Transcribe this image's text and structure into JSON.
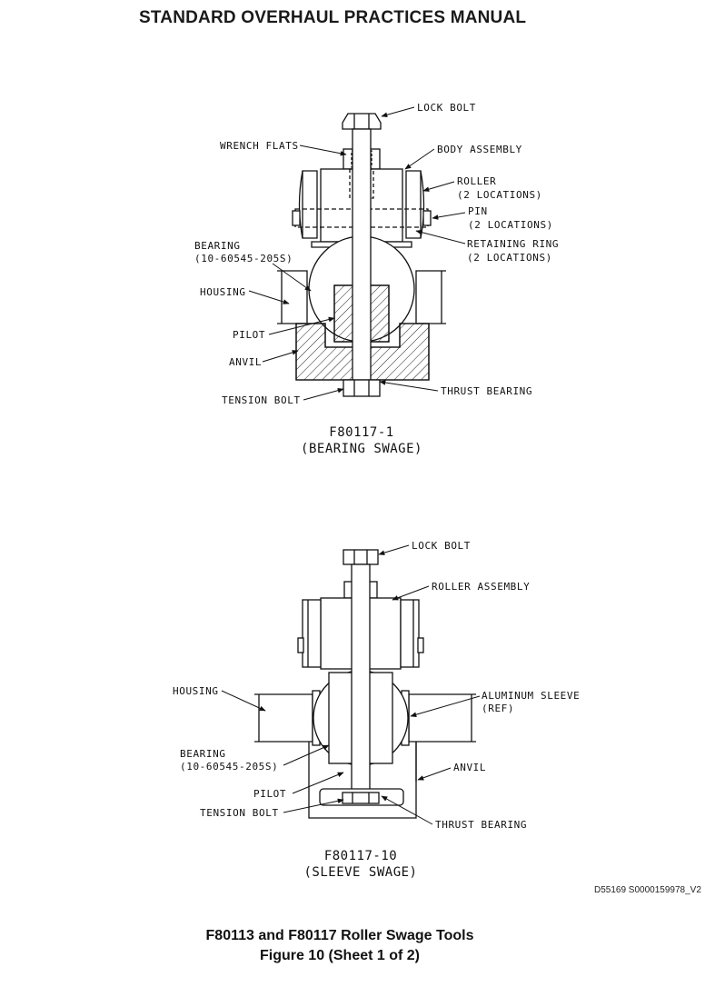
{
  "header": {
    "title": "STANDARD OVERHAUL PRACTICES MANUAL"
  },
  "diagram1": {
    "labels": {
      "lock_bolt": "LOCK BOLT",
      "wrench_flats": "WRENCH FLATS",
      "body_assembly": "BODY ASSEMBLY",
      "roller": "ROLLER",
      "roller_locations": "(2 LOCATIONS)",
      "pin": "PIN",
      "pin_locations": "(2 LOCATIONS)",
      "bearing": "BEARING",
      "bearing_part": "(10-60545-205S)",
      "retaining_ring": "RETAINING RING",
      "retaining_ring_locations": "(2 LOCATIONS)",
      "housing": "HOUSING",
      "pilot": "PILOT",
      "anvil": "ANVIL",
      "tension_bolt": "TENSION BOLT",
      "thrust_bearing": "THRUST BEARING"
    },
    "caption_line1": "F80117-1",
    "caption_line2": "(BEARING SWAGE)"
  },
  "diagram2": {
    "labels": {
      "lock_bolt": "LOCK BOLT",
      "roller_assembly": "ROLLER ASSEMBLY",
      "housing": "HOUSING",
      "aluminum_sleeve": "ALUMINUM SLEEVE",
      "aluminum_sleeve_ref": "(REF)",
      "bearing": "BEARING",
      "bearing_part": "(10-60545-205S)",
      "anvil": "ANVIL",
      "pilot": "PILOT",
      "tension_bolt": "TENSION BOLT",
      "thrust_bearing": "THRUST BEARING"
    },
    "caption_line1": "F80117-10",
    "caption_line2": "(SLEEVE SWAGE)"
  },
  "drawing_ref": "D55169 S0000159978_V2",
  "figure_caption": {
    "line1": "F80113 and F80117 Roller Swage Tools",
    "line2": "Figure 10  (Sheet 1 of 2)"
  }
}
